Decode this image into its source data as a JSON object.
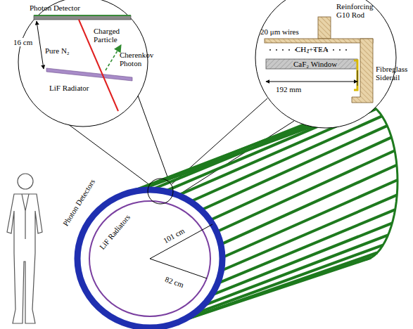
{
  "diagram": {
    "labels": [
      "Photon Detector",
      "Charged Particle",
      "16 cm",
      "Pure N₂",
      "Cherenkov Photon",
      "LiF Radiator",
      "Reinforcing G10 Rod",
      "20 μm wires",
      "CH₄+TEA",
      "CaF₂ Window",
      "Fibreglass Siderail",
      "192 mm",
      "Photon Detectors",
      "LiF Radiators",
      "101 cm",
      "82 cm"
    ]
  }
}
